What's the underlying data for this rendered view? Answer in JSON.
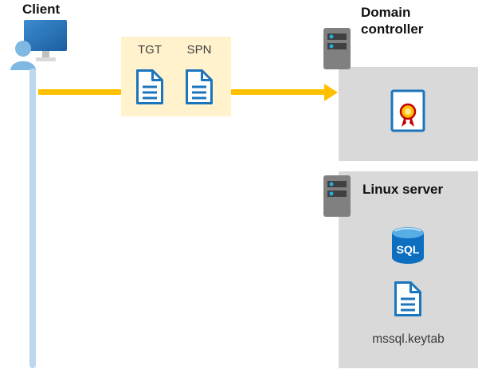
{
  "diagram": {
    "client": {
      "label": "Client"
    },
    "tickets": {
      "tgt": "TGT",
      "spn": "SPN"
    },
    "domain_controller": {
      "label": "Domain controller"
    },
    "linux_server": {
      "label": "Linux server",
      "database": "SQL",
      "keytab_file": "mssql.keytab"
    }
  },
  "colors": {
    "arrow_gold": "#FFC000",
    "highlight_yellow": "#FFF2CC",
    "panel_gray": "#D9D9D9",
    "connection_blue": "#BDD7EE",
    "document_blue": "#1B75BC",
    "sql_body_blue": "#0E6FC0",
    "sql_top_blue": "#57AEE5",
    "seal_yellow": "#FFC000",
    "seal_red": "#C00000",
    "server_gray": "#808080",
    "server_slot_dark": "#404040",
    "server_led_blue": "#29ABE2",
    "monitor_blue": "#2478BE",
    "person_blue": "#7FB9E2",
    "label_black": "#111111"
  }
}
